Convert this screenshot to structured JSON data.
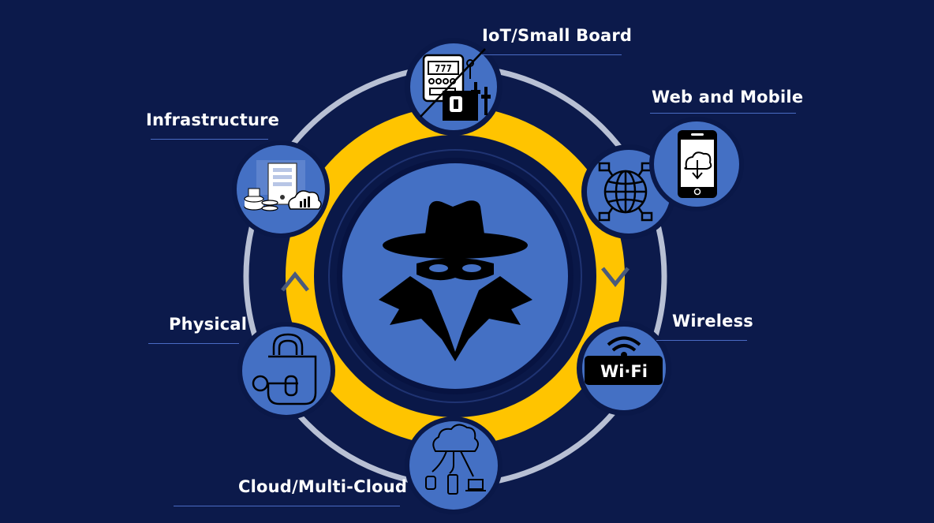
{
  "labels": {
    "iot": "IoT/Small Board",
    "web": "Web and Mobile",
    "infra": "Infrastructure",
    "physical": "Physical",
    "wireless": "Wireless",
    "cloud": "Cloud/Multi-Cloud"
  },
  "wifi_text": "Wi·Fi",
  "slot_digits": "777",
  "icons": {
    "center": "spy-hat-icon",
    "iot": "slot-machine-circuit-icon",
    "web": "globe-network-icon",
    "mobile": "smartphone-download-icon",
    "infra": "server-cloud-database-icon",
    "physical": "padlock-key-icon",
    "wireless": "wifi-icon",
    "cloud": "cloud-devices-icon"
  },
  "colors": {
    "background": "#0c1a4b",
    "accent_yellow": "#ffc400",
    "node_blue": "#4470c4",
    "outer_ring": "#b8c0d4",
    "dark_ring": "#0a1848"
  }
}
